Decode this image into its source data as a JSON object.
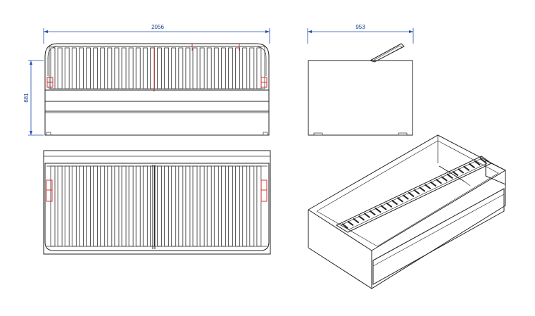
{
  "dimensions": {
    "length": "2056",
    "depth": "953",
    "height": "681"
  },
  "colors": {
    "dimension_line": "#1f4fb0",
    "dimension_text": "#1a3f8f",
    "outline": "#222222",
    "accent_marks": "#d21f1f"
  },
  "views": [
    "front-elevation",
    "side-elevation",
    "top-plan",
    "isometric"
  ]
}
